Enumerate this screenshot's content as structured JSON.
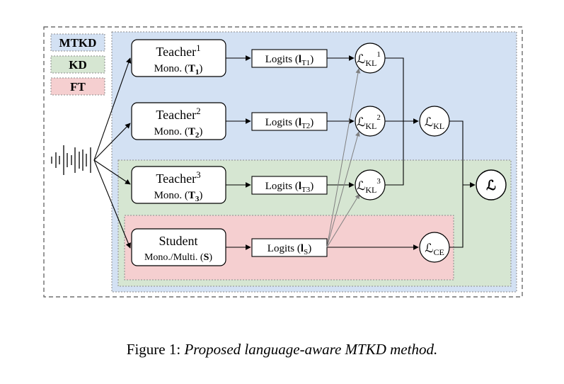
{
  "legend": {
    "mtkd": {
      "label": "MTKD",
      "color": "#d3e1f3"
    },
    "kd": {
      "label": "KD",
      "color": "#d6e6d2"
    },
    "ft": {
      "label": "FT",
      "color": "#f5cfd0"
    }
  },
  "teachers": [
    {
      "name": "Teacher",
      "sup": "1",
      "line2_prefix": "Mono. (",
      "line2_symbol": "T",
      "line2_sub": "1",
      "line2_suffix": ")"
    },
    {
      "name": "Teacher",
      "sup": "2",
      "line2_prefix": "Mono. (",
      "line2_symbol": "T",
      "line2_sub": "2",
      "line2_suffix": ")"
    },
    {
      "name": "Teacher",
      "sup": "3",
      "line2_prefix": "Mono. (",
      "line2_symbol": "T",
      "line2_sub": "3",
      "line2_suffix": ")"
    }
  ],
  "student": {
    "name": "Student",
    "line2_prefix": "Mono./Multi. (",
    "line2_symbol": "S",
    "line2_suffix": ")"
  },
  "logits": [
    {
      "prefix": "Logits (",
      "symbol": "l",
      "sub": "T1",
      "suffix": ")"
    },
    {
      "prefix": "Logits (",
      "symbol": "l",
      "sub": "T2",
      "suffix": ")"
    },
    {
      "prefix": "Logits (",
      "symbol": "l",
      "sub": "T3",
      "suffix": ")"
    },
    {
      "prefix": "Logits (",
      "symbol": "l",
      "sub": "S",
      "suffix": ")"
    }
  ],
  "loss_nodes": {
    "kl": [
      {
        "symbol": "ℒ",
        "sub": "KL",
        "sup": "1"
      },
      {
        "symbol": "ℒ",
        "sub": "KL",
        "sup": "2"
      },
      {
        "symbol": "ℒ",
        "sub": "KL",
        "sup": "3"
      }
    ],
    "kl_total": {
      "symbol": "ℒ",
      "sub": "KL"
    },
    "ce": {
      "symbol": "ℒ",
      "sub": "CE"
    },
    "total": {
      "symbol": "ℒ"
    }
  },
  "caption": {
    "label": "Figure 1:",
    "title": "Proposed language-aware MTKD method."
  },
  "colors": {
    "line": "#000000",
    "gray_arrow": "#808080",
    "region_border": "#8c8c8c"
  }
}
